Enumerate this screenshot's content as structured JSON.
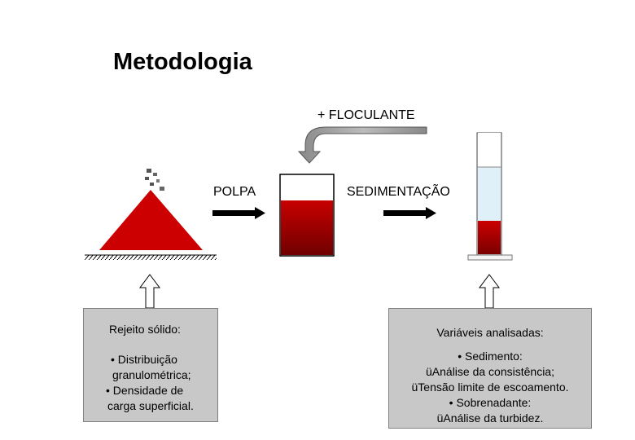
{
  "title": "Metodologia",
  "labels": {
    "floculante": "+ FLOCULANTE",
    "polpa": "POLPA",
    "sedimentacao": "SEDIMENTAÇÃO"
  },
  "box_left": {
    "heading": "Rejeito sólido:",
    "lines": [
      "• Distribuição",
      "granulométrica;",
      "• Densidade de",
      "carga superficial."
    ]
  },
  "box_right": {
    "heading": "Variáveis analisadas:",
    "lines": [
      "• Sedimento:",
      "üAnálise da consistência;",
      "üTensão limite de escoamento.",
      "• Sobrenadante:",
      "üAnálise da turbidez."
    ]
  },
  "colors": {
    "pile_red": "#cc0000",
    "sediment_red": "#b00000",
    "box_gray": "#c8c8c8",
    "tube_blue": "#dff0f8"
  }
}
